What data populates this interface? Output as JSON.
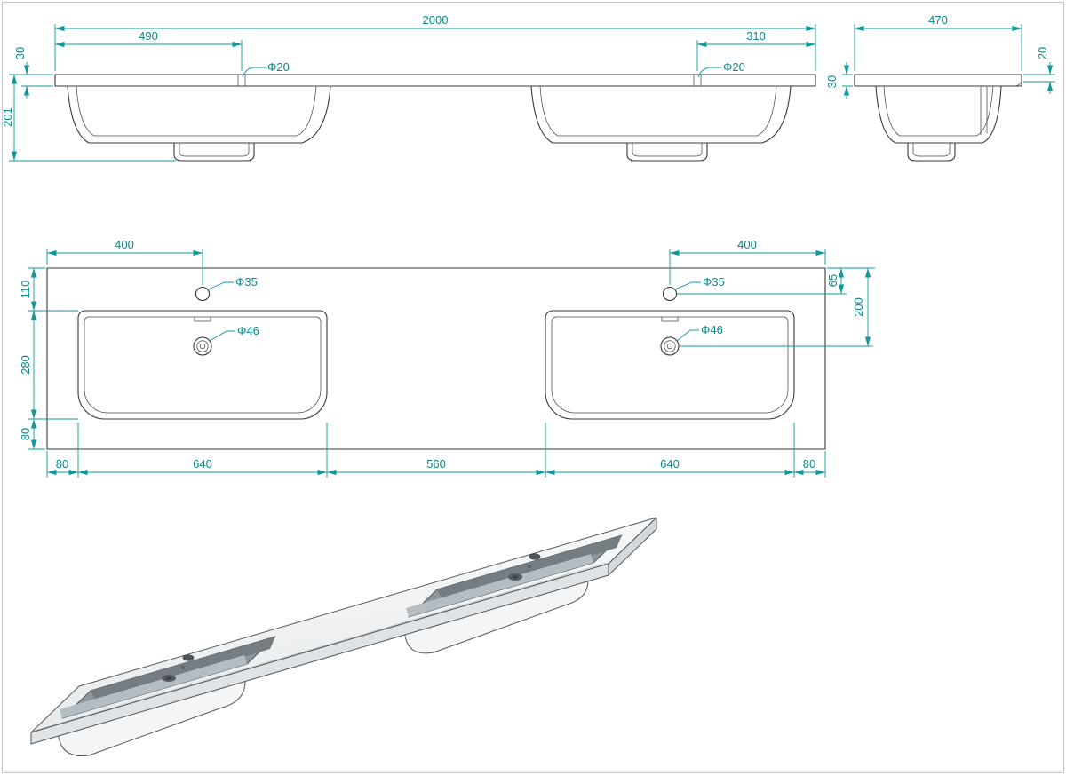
{
  "meta": {
    "type": "technical-drawing",
    "subject": "Double washbasin countertop - dimensioned CAD drawing with perspective render",
    "units": "mm"
  },
  "colors": {
    "dimension_accent": "#0f9698",
    "object_line": "#34383c",
    "background": "#ffffff",
    "render_surface": "#eceef0",
    "render_basin_interior": "#8f969c"
  },
  "views": {
    "front": {
      "overall_width": "2000",
      "left_faucet_offset": "490",
      "right_faucet_offset": "310",
      "left_faucet_hole_dia": "Φ20",
      "right_faucet_hole_dia": "Φ20",
      "top_thickness": "30",
      "total_height": "201"
    },
    "side": {
      "depth": "470",
      "top_thickness": "30",
      "front_edge_thickness": "20"
    },
    "plan": {
      "left_faucet_from_left": "400",
      "right_faucet_from_right": "400",
      "left_faucet_dia": "Φ35",
      "right_faucet_dia": "Φ35",
      "left_drain_dia": "Φ46",
      "right_drain_dia": "Φ46",
      "back_edge_to_basin": "110",
      "basin_side_width": "280",
      "basin_to_front_edge": "80",
      "edge_to_faucet_center": "65",
      "edge_to_drain_center": "200",
      "left_margin": "80",
      "left_basin_length": "640",
      "center_gap": "560",
      "right_basin_length": "640",
      "right_margin": "80"
    }
  }
}
